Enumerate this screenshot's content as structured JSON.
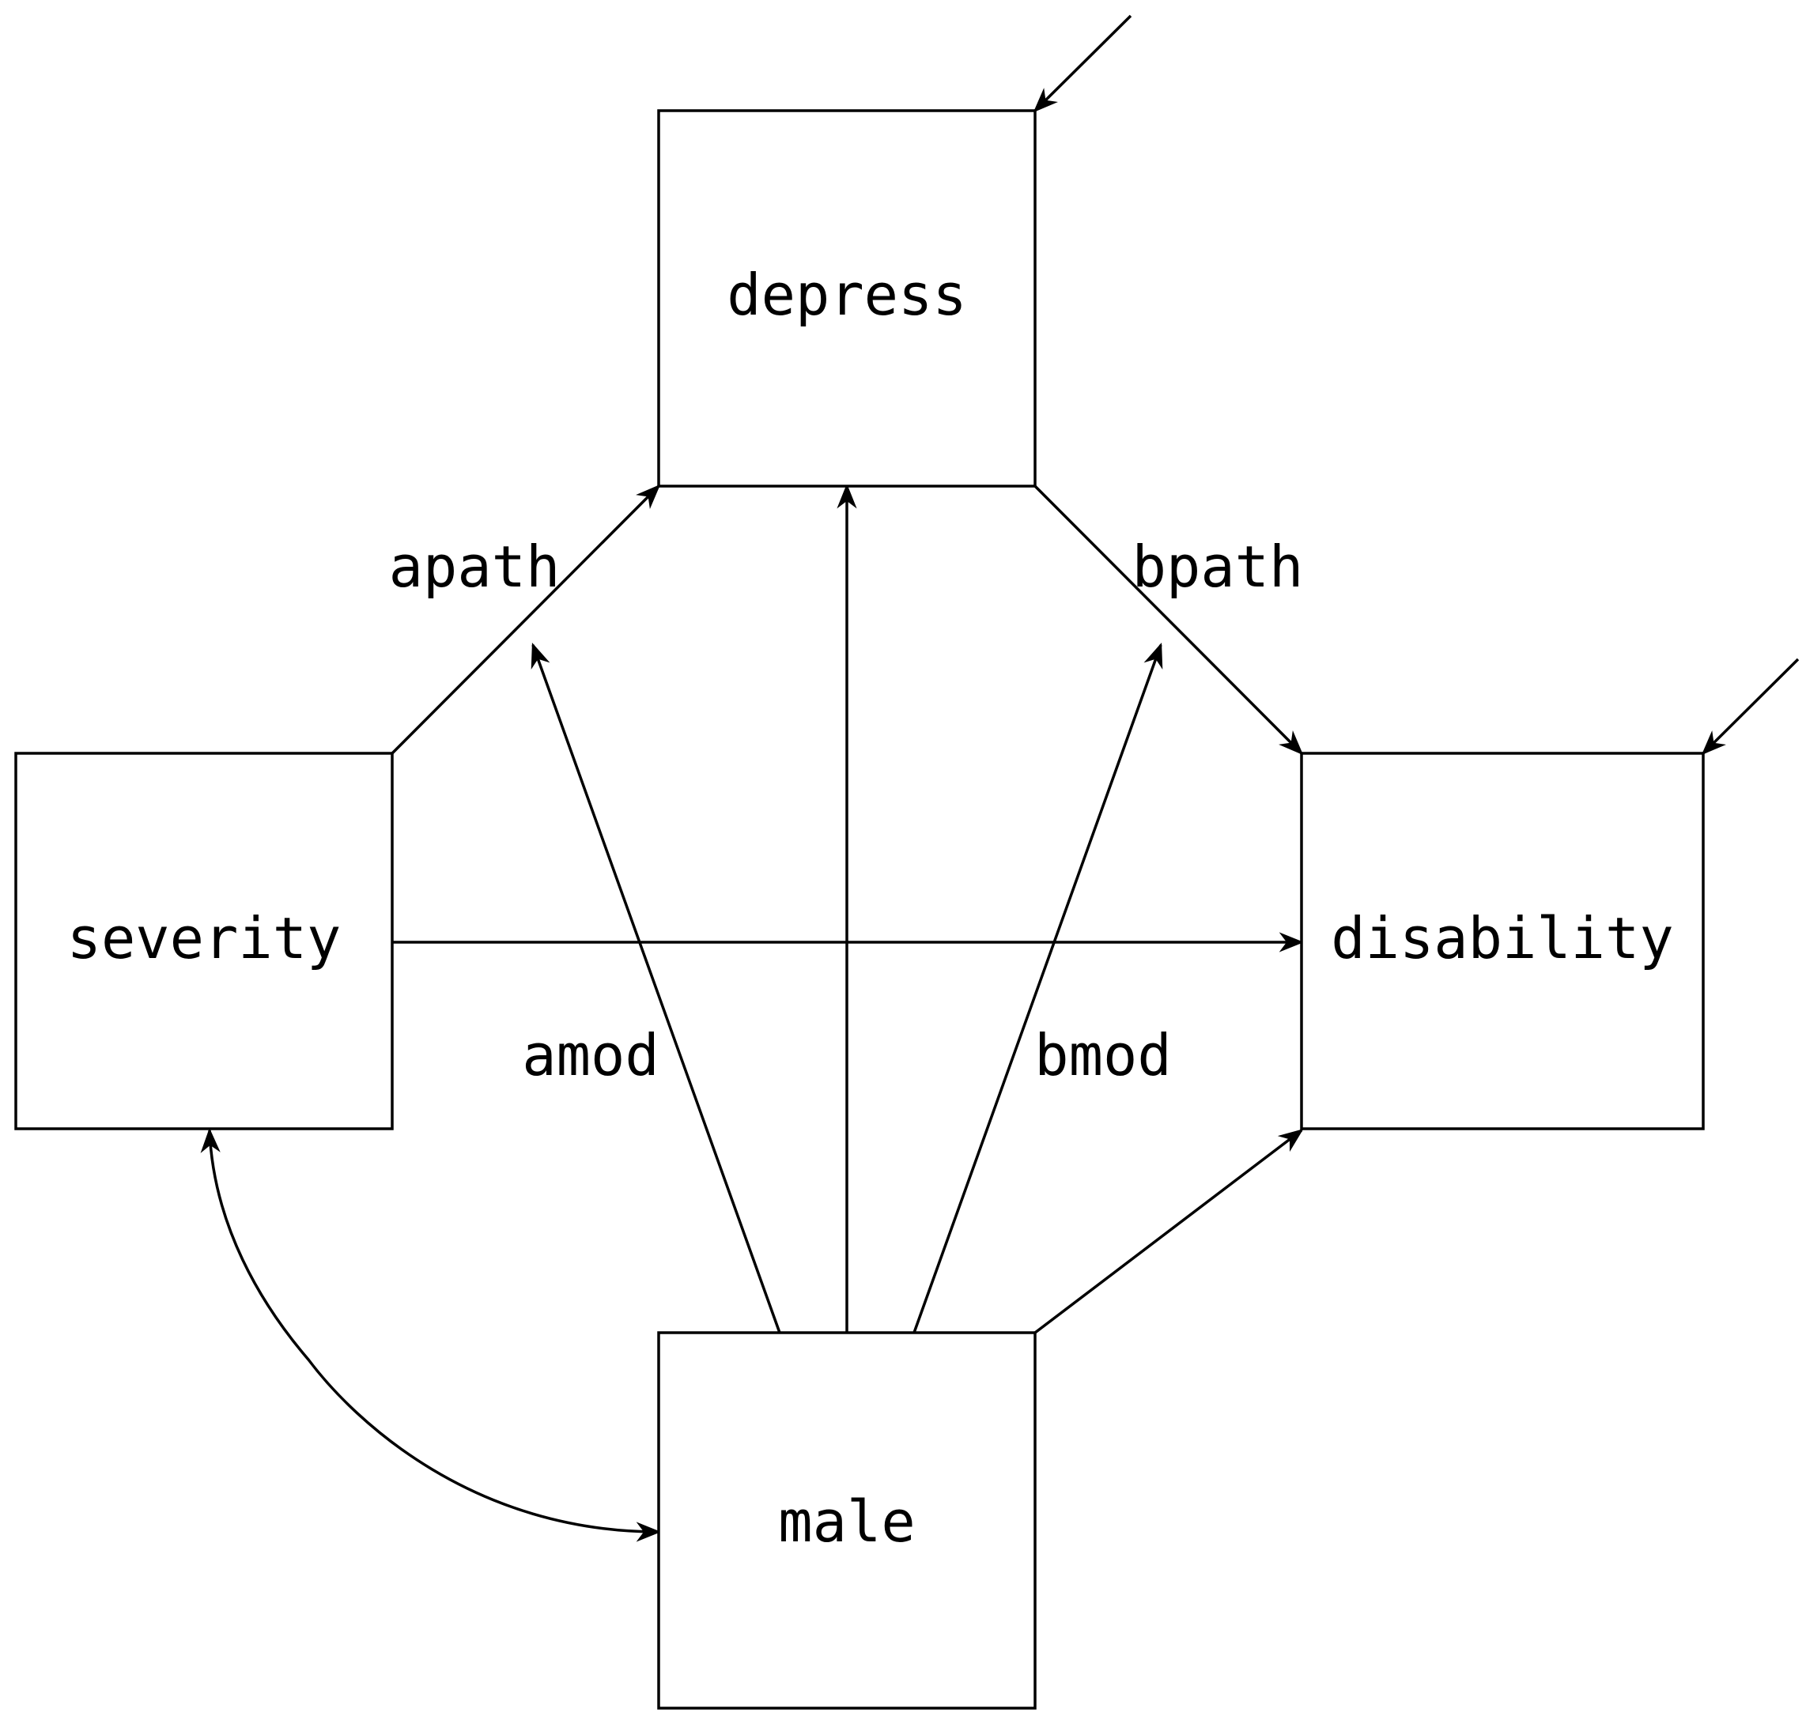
{
  "diagram": {
    "type": "path-diagram",
    "nodes": {
      "depress": "depress",
      "severity": "severity",
      "disability": "disability",
      "male": "male"
    },
    "edge_labels": {
      "apath": "apath",
      "bpath": "bpath",
      "amod": "amod",
      "bmod": "bmod"
    },
    "edges": [
      {
        "from": "severity",
        "to": "depress",
        "label": "apath"
      },
      {
        "from": "depress",
        "to": "disability",
        "label": "bpath"
      },
      {
        "from": "severity",
        "to": "disability",
        "label": ""
      },
      {
        "from": "male",
        "to": "depress",
        "label": ""
      },
      {
        "from": "male",
        "to": "apath",
        "label": "amod"
      },
      {
        "from": "male",
        "to": "bpath",
        "label": "bmod"
      },
      {
        "from": "male",
        "to": "disability",
        "label": ""
      },
      {
        "from": "severity",
        "to": "male",
        "label": "",
        "bidirectional": true
      },
      {
        "from": "error",
        "to": "depress",
        "label": ""
      },
      {
        "from": "error",
        "to": "disability",
        "label": ""
      }
    ]
  }
}
